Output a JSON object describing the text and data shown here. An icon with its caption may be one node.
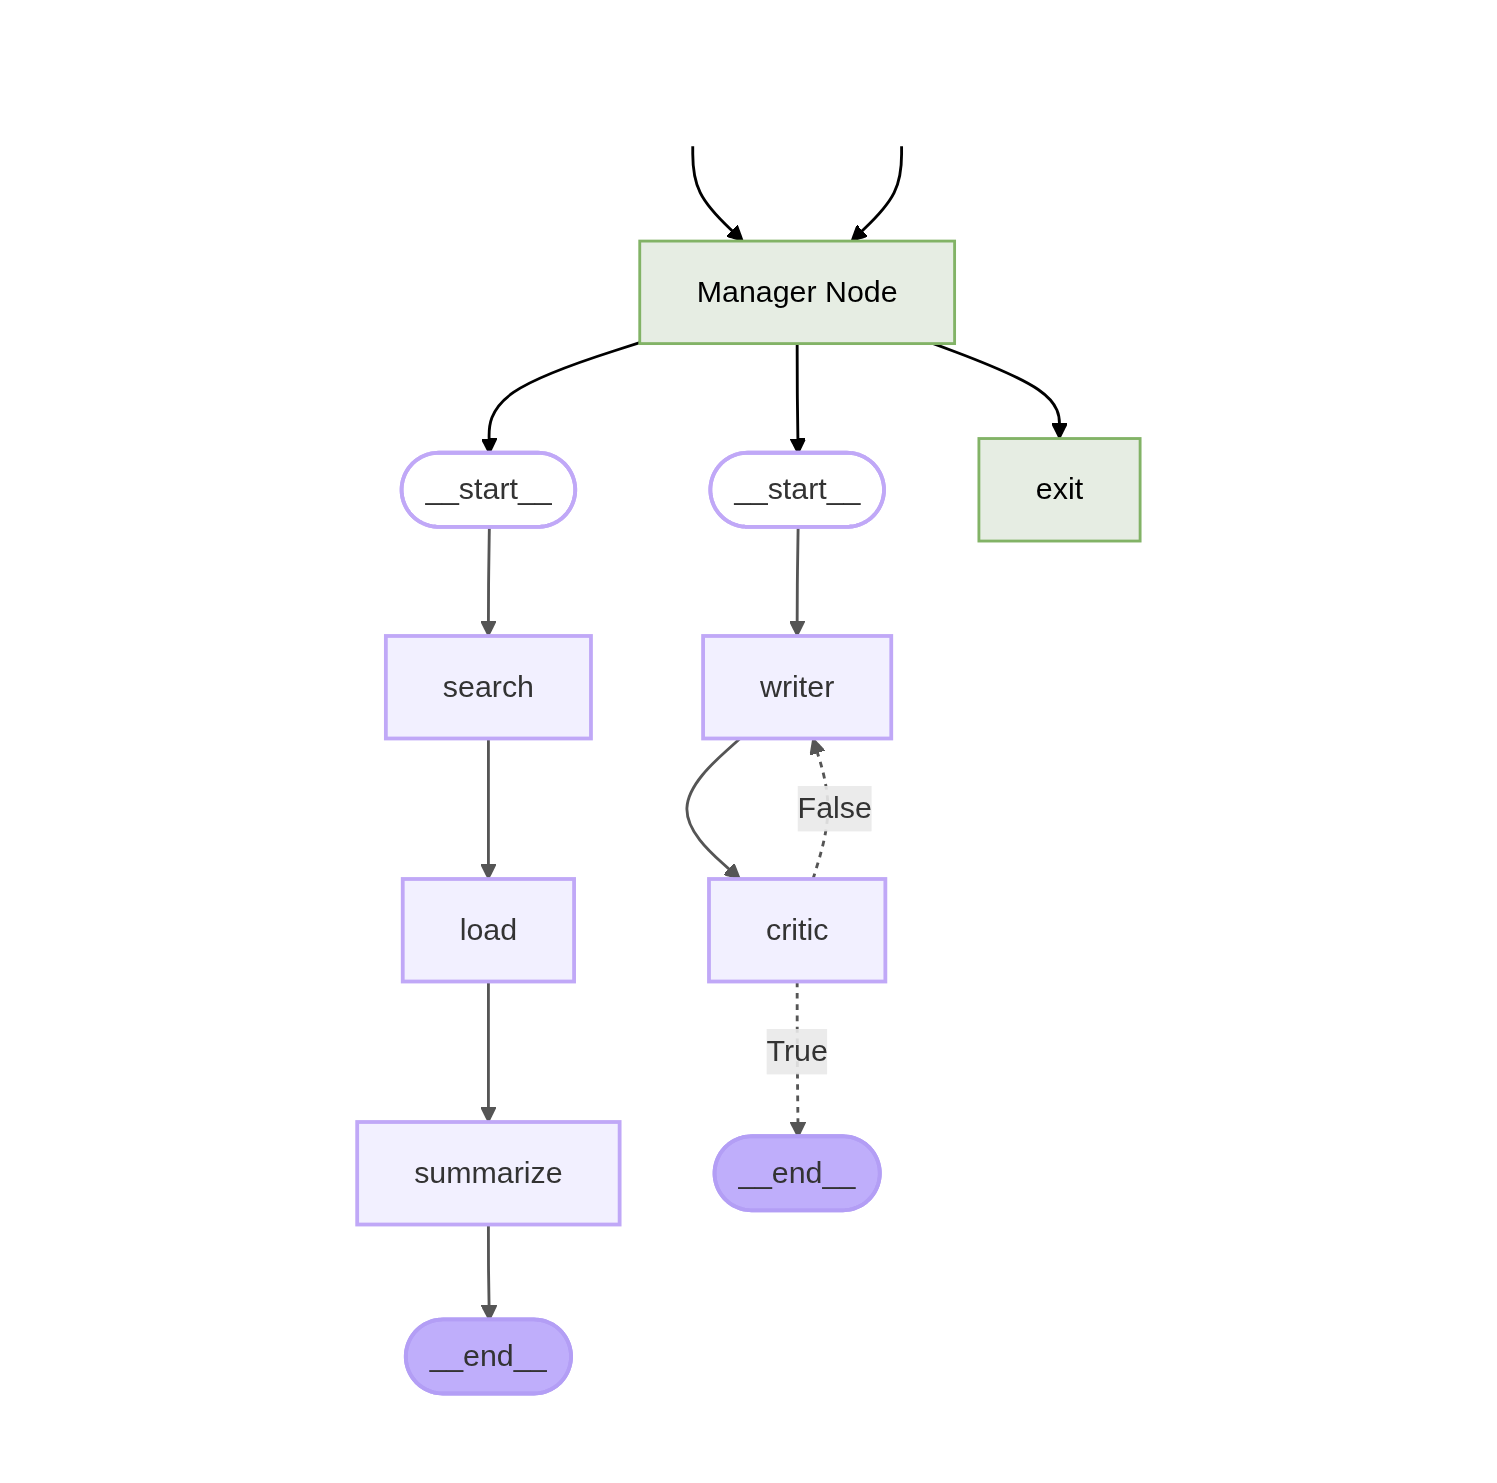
{
  "diagram": {
    "nodes": [
      {
        "text": [
          "Manager Node"
        ]
      },
      {
        "text": [
          "__start__"
        ]
      },
      {
        "text": [
          "search"
        ]
      },
      {
        "text": [
          "load"
        ]
      },
      {
        "text": [
          "summarize"
        ]
      },
      {
        "text": [
          "__end__"
        ]
      },
      {
        "text": [
          "__start__"
        ]
      },
      {
        "text": [
          "writer"
        ]
      },
      {
        "text": [
          "critic"
        ]
      },
      {
        "text": [
          "__end__"
        ]
      },
      {
        "text": [
          "exit"
        ]
      }
    ],
    "edges": [
      {
        "from": 0,
        "to": 1,
        "arrow": "to",
        "color": "#000000"
      },
      {
        "from": 0,
        "to": 6,
        "arrow": "to",
        "color": "#000000"
      },
      {
        "from": 0,
        "to": 10,
        "arrow": "to",
        "color": "#000000"
      },
      {
        "from": 1,
        "to": 2,
        "arrow": "to"
      },
      {
        "from": 2,
        "to": 3,
        "arrow": "to"
      },
      {
        "from": 3,
        "to": 4,
        "arrow": "to"
      },
      {
        "from": 4,
        "to": 5,
        "arrow": "to"
      },
      {
        "from": 6,
        "to": 7,
        "arrow": "to"
      },
      {
        "from": 7,
        "to": 8,
        "arrow": "to"
      },
      {
        "from": 8,
        "to": 7,
        "arrow": "to",
        "style": "dashed",
        "label": "False"
      },
      {
        "from": 8,
        "to": 9,
        "arrow": "to",
        "style": "dashed",
        "label": "True"
      },
      {
        "from": null,
        "to": 0,
        "arrow": "to",
        "color": "#000000"
      },
      {
        "from": null,
        "to": 0,
        "arrow": "to",
        "color": "#000000"
      }
    ]
  }
}
